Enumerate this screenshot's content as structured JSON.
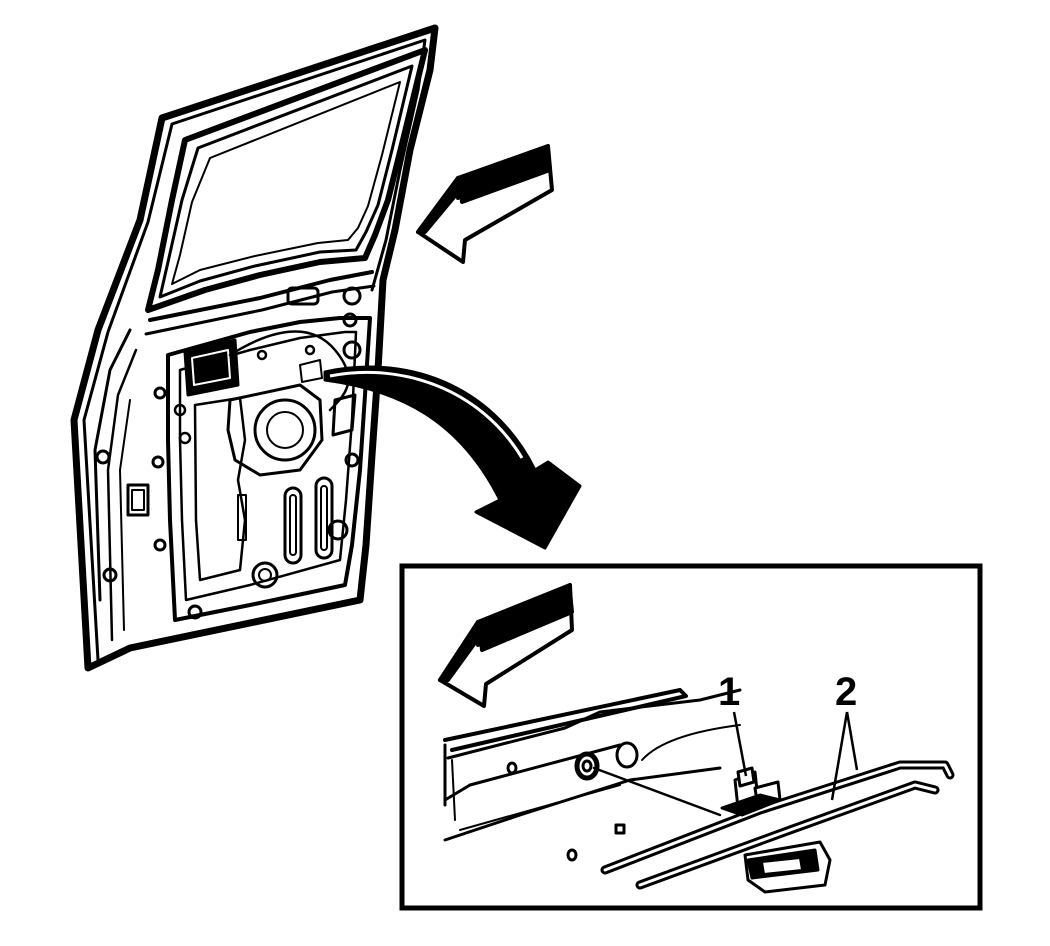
{
  "figure": {
    "stroke_color": "#000000",
    "fill_color": "#ffffff",
    "callouts": [
      {
        "id": "callout-1",
        "label": "1"
      },
      {
        "id": "callout-2",
        "label": "2"
      }
    ],
    "icons": [
      "rear-door-shell-icon",
      "view-direction-arrow-icon",
      "detail-pointer-arrow-icon",
      "clip-icon",
      "seal-strip-icon"
    ]
  }
}
